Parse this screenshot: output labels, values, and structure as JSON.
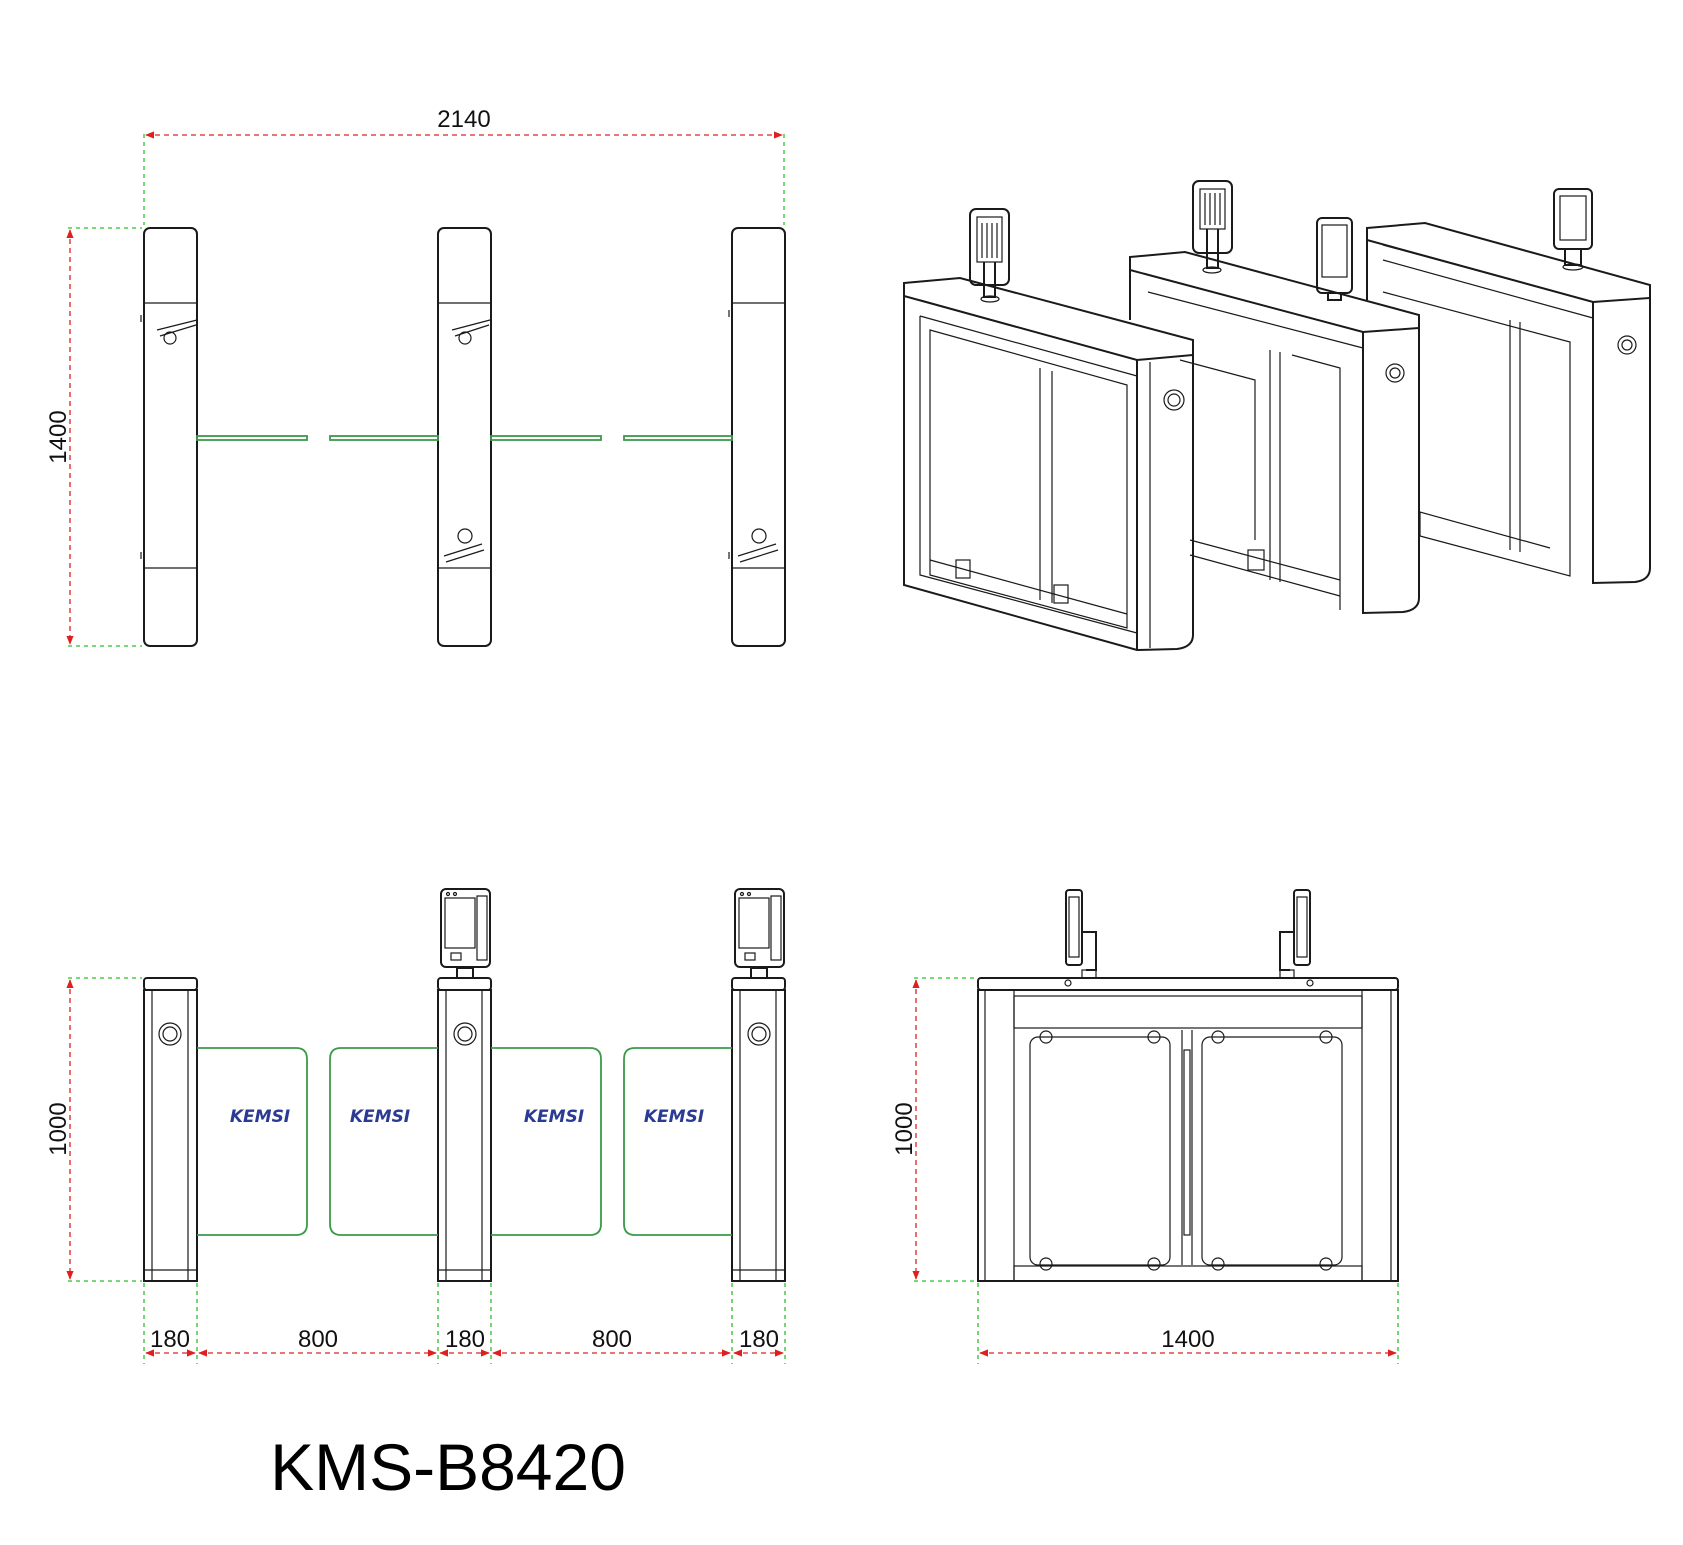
{
  "top_view": {
    "width_label": "2140",
    "height_label": "1400"
  },
  "front_view": {
    "height_label": "1000",
    "brand_labels": [
      "KEMSI",
      "KEMSI",
      "KEMSI",
      "KEMSI"
    ],
    "dims": [
      "180",
      "800",
      "180",
      "800",
      "180"
    ]
  },
  "side_view": {
    "height_label": "1000",
    "width_label": "1400"
  },
  "model_name": "KMS-B8420",
  "colors": {
    "dimension_line": "#e02020",
    "extension_line": "#2bc02b",
    "glass_outline": "#3a9a4a",
    "brand_text": "#2b3a92"
  }
}
